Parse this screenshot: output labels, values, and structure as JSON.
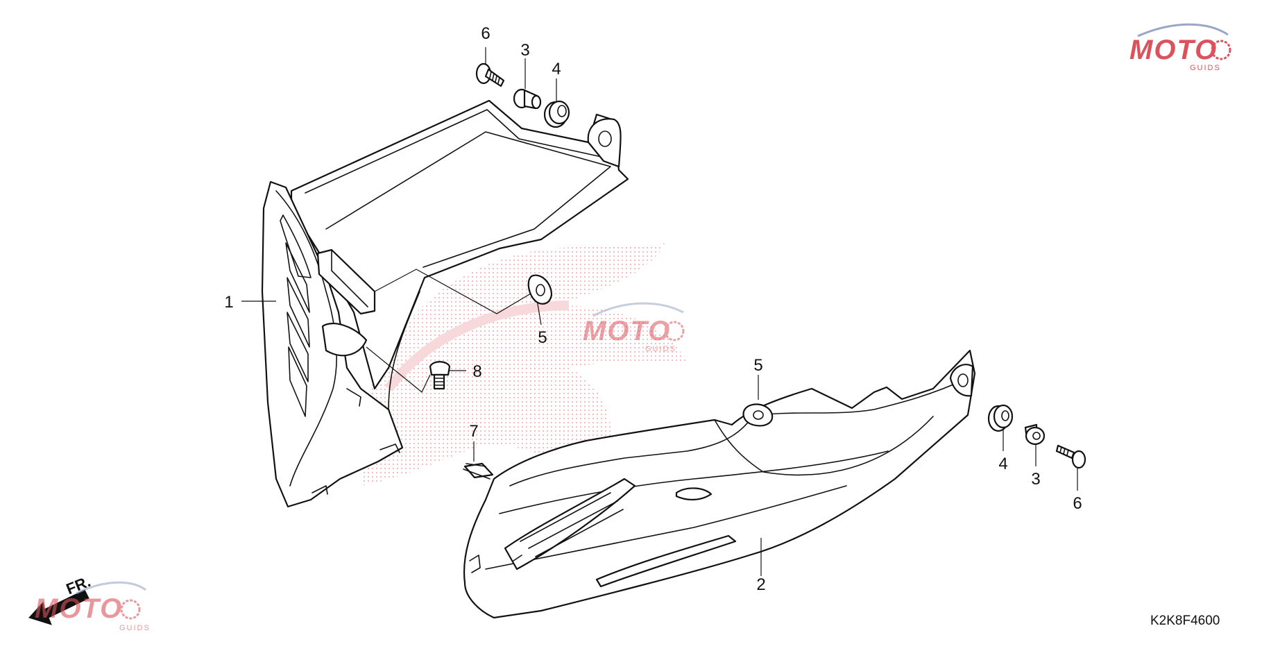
{
  "diagram": {
    "code": "K2K8F4600",
    "front_marker": "FR.",
    "watermark": {
      "brand": "MOTO",
      "sub": "GUIDS",
      "colors": {
        "primary": "#d9535c",
        "secondary": "#9aa6c8",
        "light": "#f3c6ca"
      }
    },
    "callouts": {
      "c1": "1",
      "c2": "2",
      "c3a": "3",
      "c3b": "3",
      "c4a": "4",
      "c4b": "4",
      "c5a": "5",
      "c5b": "5",
      "c6a": "6",
      "c6b": "6",
      "c7": "7",
      "c8": "8"
    }
  }
}
